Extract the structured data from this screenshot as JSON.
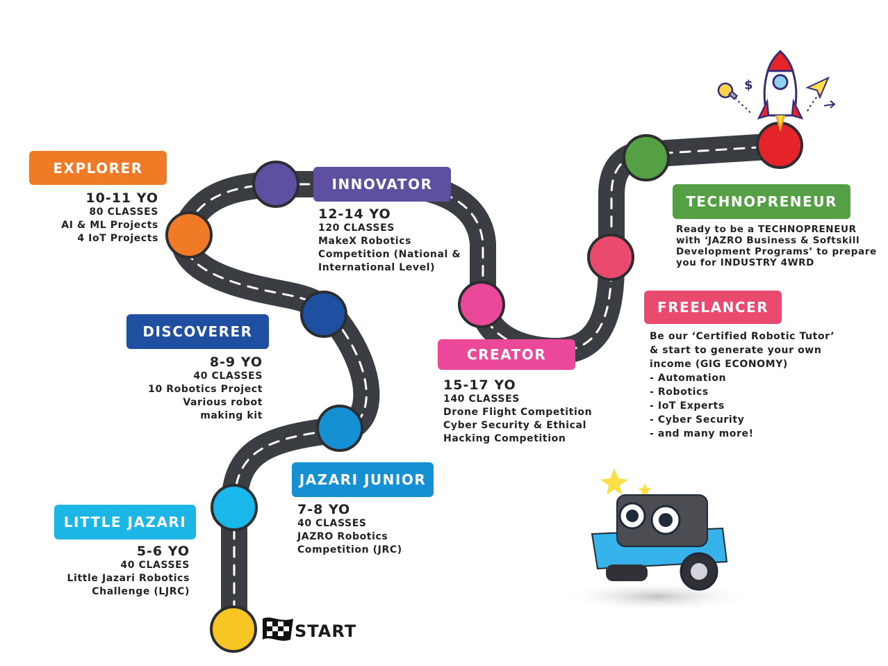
{
  "stages": {
    "little_jazari": {
      "title": "LITTLE JAZARI",
      "age": "5-6 YO",
      "lines": [
        "40 CLASSES",
        "Little Jazari Robotics",
        "Challenge (LJRC)"
      ],
      "color": "#1bb6e6"
    },
    "jazari_junior": {
      "title": "JAZARI JUNIOR",
      "age": "7-8 YO",
      "lines": [
        "40 CLASSES",
        "JAZRO Robotics",
        "Competition (JRC)"
      ],
      "color": "#1590d3"
    },
    "discoverer": {
      "title": "DISCOVERER",
      "age": "8-9 YO",
      "lines": [
        "40 CLASSES",
        "10 Robotics Project",
        "Various robot",
        "making kit"
      ],
      "color": "#1f4fa0"
    },
    "explorer": {
      "title": "EXPLORER",
      "age": "10-11 YO",
      "lines": [
        "80 CLASSES",
        "AI & ML Projects",
        "4 IoT Projects"
      ],
      "color": "#f07a26"
    },
    "innovator": {
      "title": "INNOVATOR",
      "age": "12-14 YO",
      "lines": [
        "120 CLASSES",
        "MakeX Robotics",
        "Competition (National &",
        "International Level)"
      ],
      "color": "#5f4fa0"
    },
    "creator": {
      "title": "CREATOR",
      "age": "15-17 YO",
      "lines": [
        "140 CLASSES",
        "Drone Flight Competition",
        "Cyber Security & Ethical",
        "Hacking Competition"
      ],
      "color": "#ec4899"
    },
    "freelancer": {
      "title": "FREELANCER",
      "intro": [
        "Be our ‘Certified Robotic Tutor’",
        "& start to generate your own",
        "income (GIG ECONOMY)"
      ],
      "items": [
        "Automation",
        "Robotics",
        "IoT Experts",
        "Cyber Security",
        "and many more!"
      ],
      "color": "#ea4a6e"
    },
    "technopreneur": {
      "title": "TECHNOPRENEUR",
      "lines": [
        "Ready to be a TECHNOPRENEUR",
        "with ‘JAZRO Business & Softskill",
        "Development Programs’ to prepare",
        "you for INDUSTRY 4WRD"
      ],
      "color": "#55a045"
    }
  },
  "start_label": "START",
  "colors": {
    "road": "#3a3d42",
    "start_dot": "#f7c625",
    "end_dot": "#e5242a"
  }
}
